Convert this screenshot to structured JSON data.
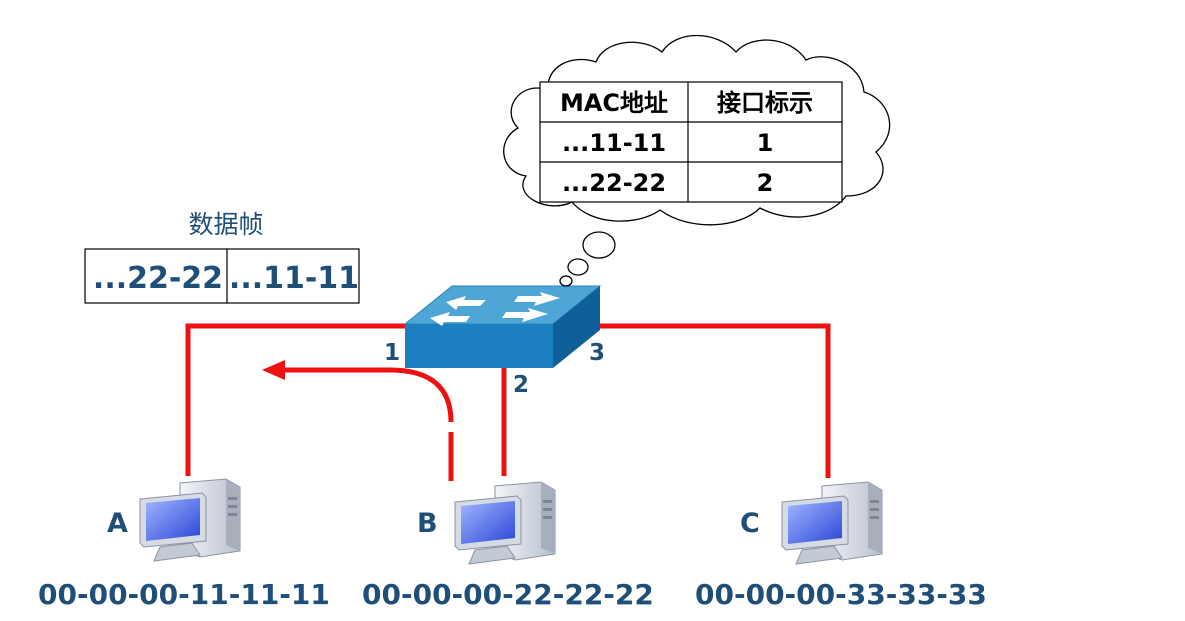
{
  "frame": {
    "title": "数据帧",
    "dest": "...22-22",
    "src": "...11-11"
  },
  "mac_table": {
    "header_mac": "MAC地址",
    "header_port": "接口标示",
    "rows": [
      {
        "mac": "...11-11",
        "port": "1"
      },
      {
        "mac": "...22-22",
        "port": "2"
      }
    ]
  },
  "switch": {
    "ports": [
      "1",
      "2",
      "3"
    ]
  },
  "hosts": [
    {
      "letter": "A",
      "mac": "00-00-00-11-11-11"
    },
    {
      "letter": "B",
      "mac": "00-00-00-22-22-22"
    },
    {
      "letter": "C",
      "mac": "00-00-00-33-33-33"
    }
  ],
  "colors": {
    "wire": "#ee1111",
    "label": "#1f4e79",
    "switch_top": "#4ea6d6",
    "switch_front": "#1b7fc0"
  }
}
